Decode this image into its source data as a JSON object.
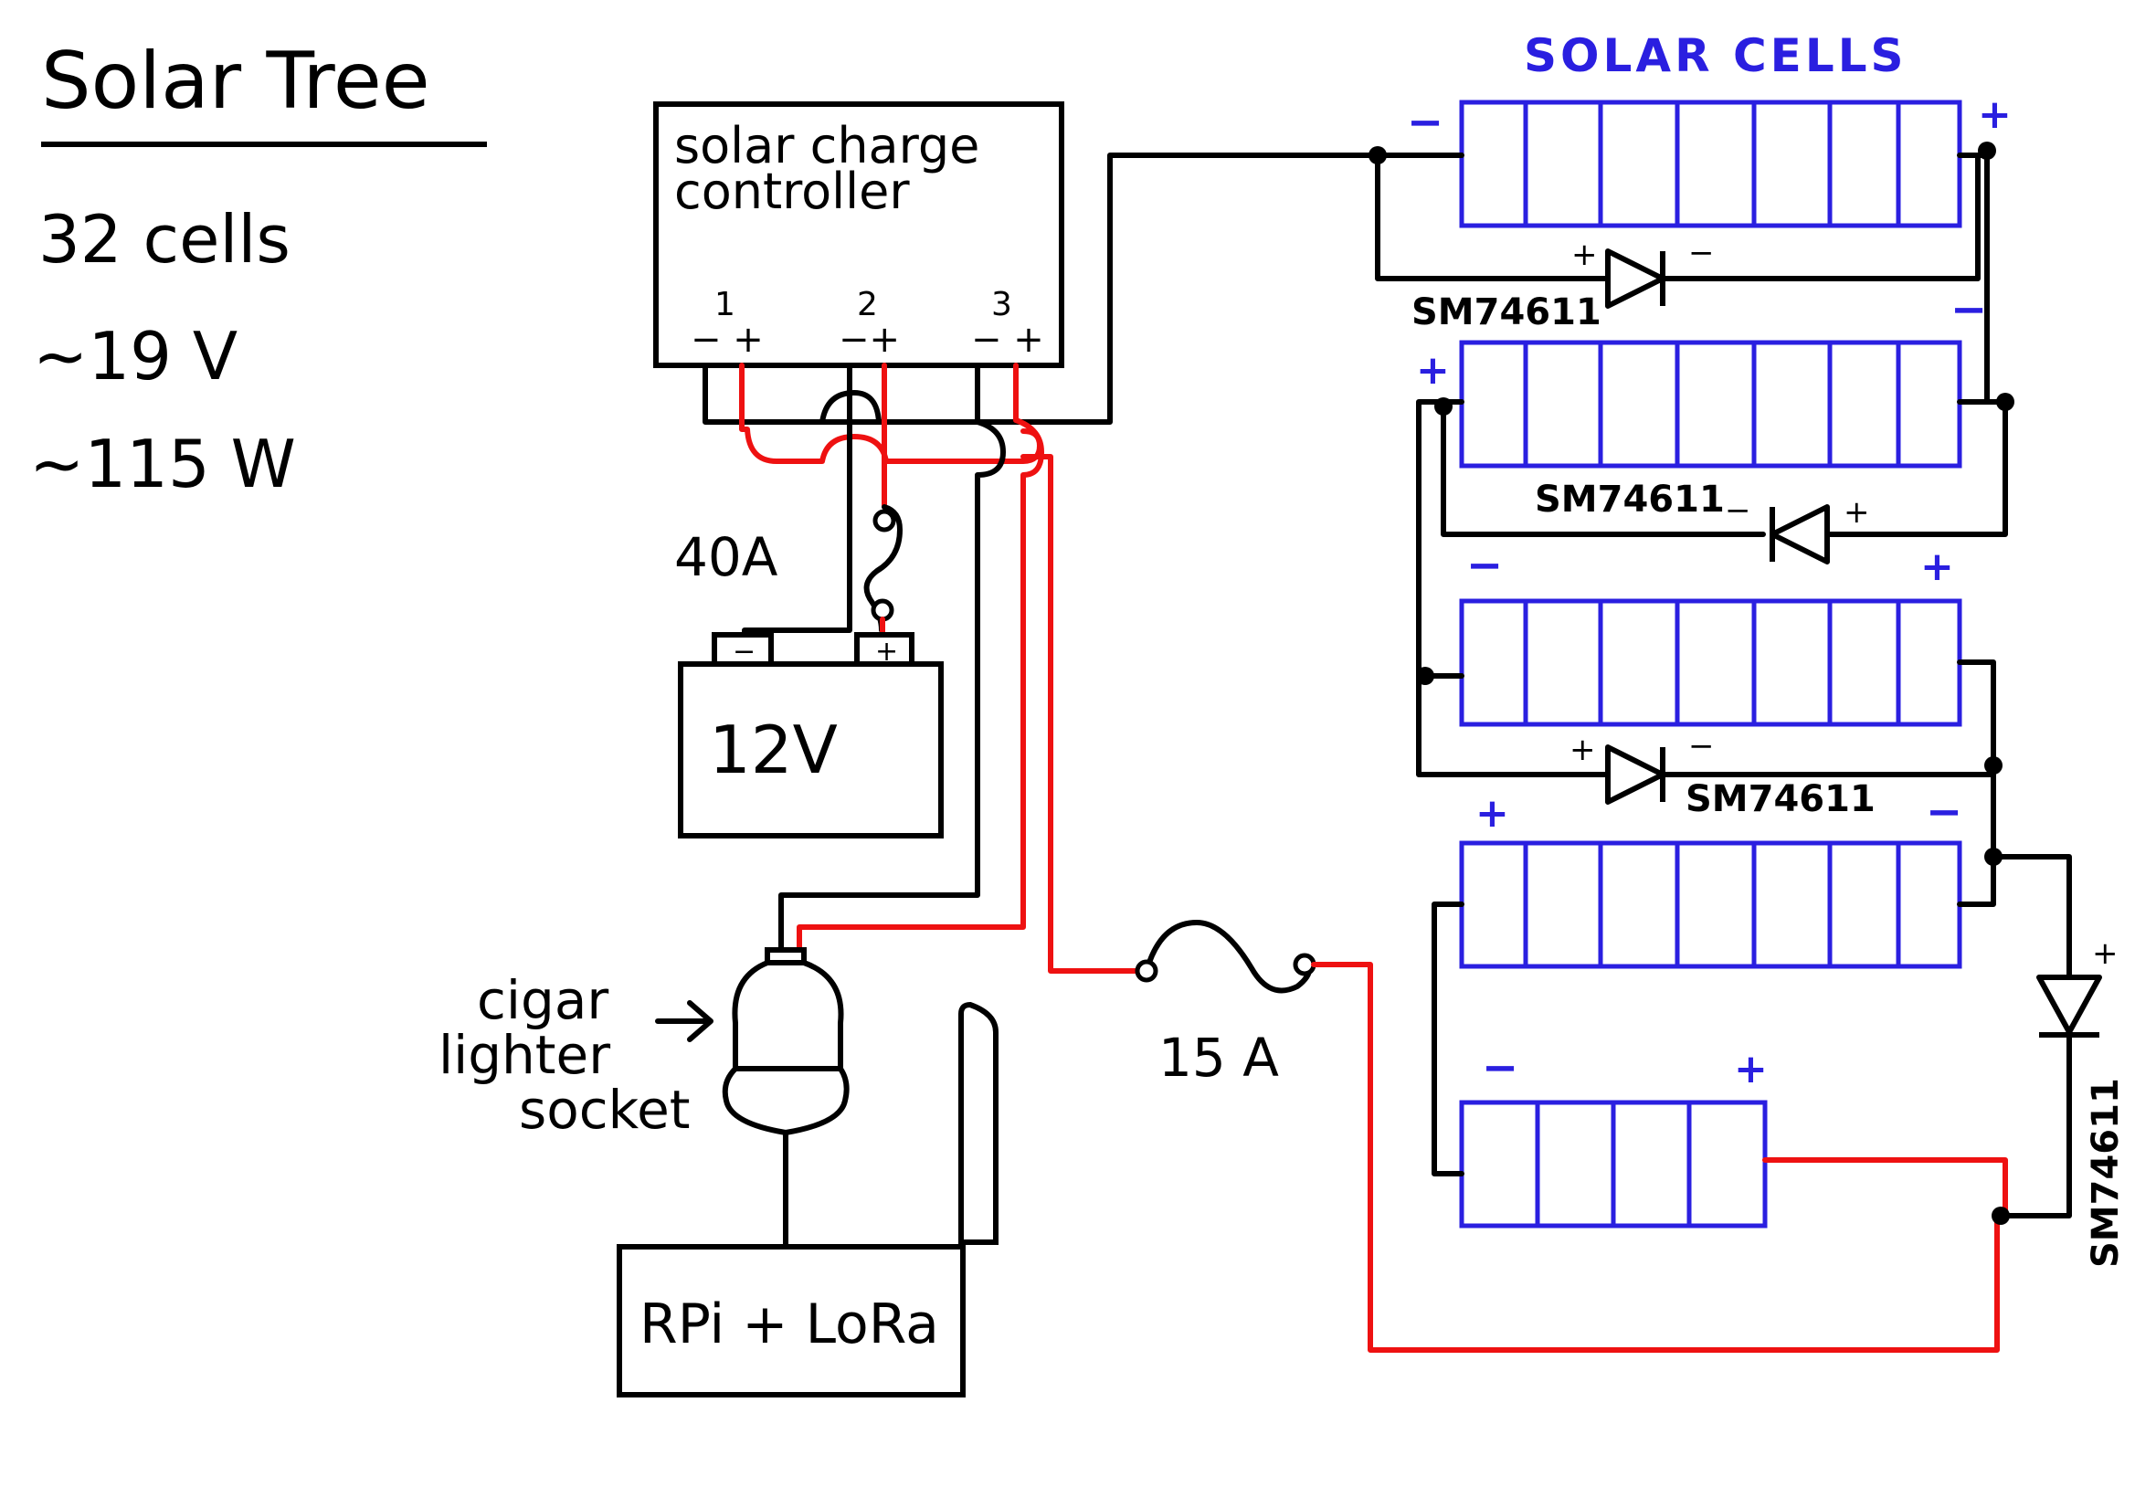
{
  "title": "Solar Tree",
  "specs": [
    "32 cells",
    "~19 V",
    "~115 W"
  ],
  "solar_cells_label": "SOLAR CELLS",
  "controller": {
    "label_line1": "solar charge",
    "label_line2": "controller",
    "terminals": [
      {
        "number": "1",
        "polarity": "− +"
      },
      {
        "number": "2",
        "polarity": "−+"
      },
      {
        "number": "3",
        "polarity": "− +"
      }
    ]
  },
  "battery": {
    "voltage": "12V",
    "neg": "−",
    "pos": "+"
  },
  "fuse_battery": "40A",
  "fuse_panel": "15 A",
  "cigar_label": [
    "cigar",
    "lighter",
    "socket"
  ],
  "load_label": "RPi + LoRa",
  "diode_label": "SM74611",
  "panel_signs": {
    "plus": "+",
    "minus": "−"
  },
  "colors": {
    "wire": "#000000",
    "positive_wire": "#ee1111",
    "panel": "#2a1fe0"
  }
}
